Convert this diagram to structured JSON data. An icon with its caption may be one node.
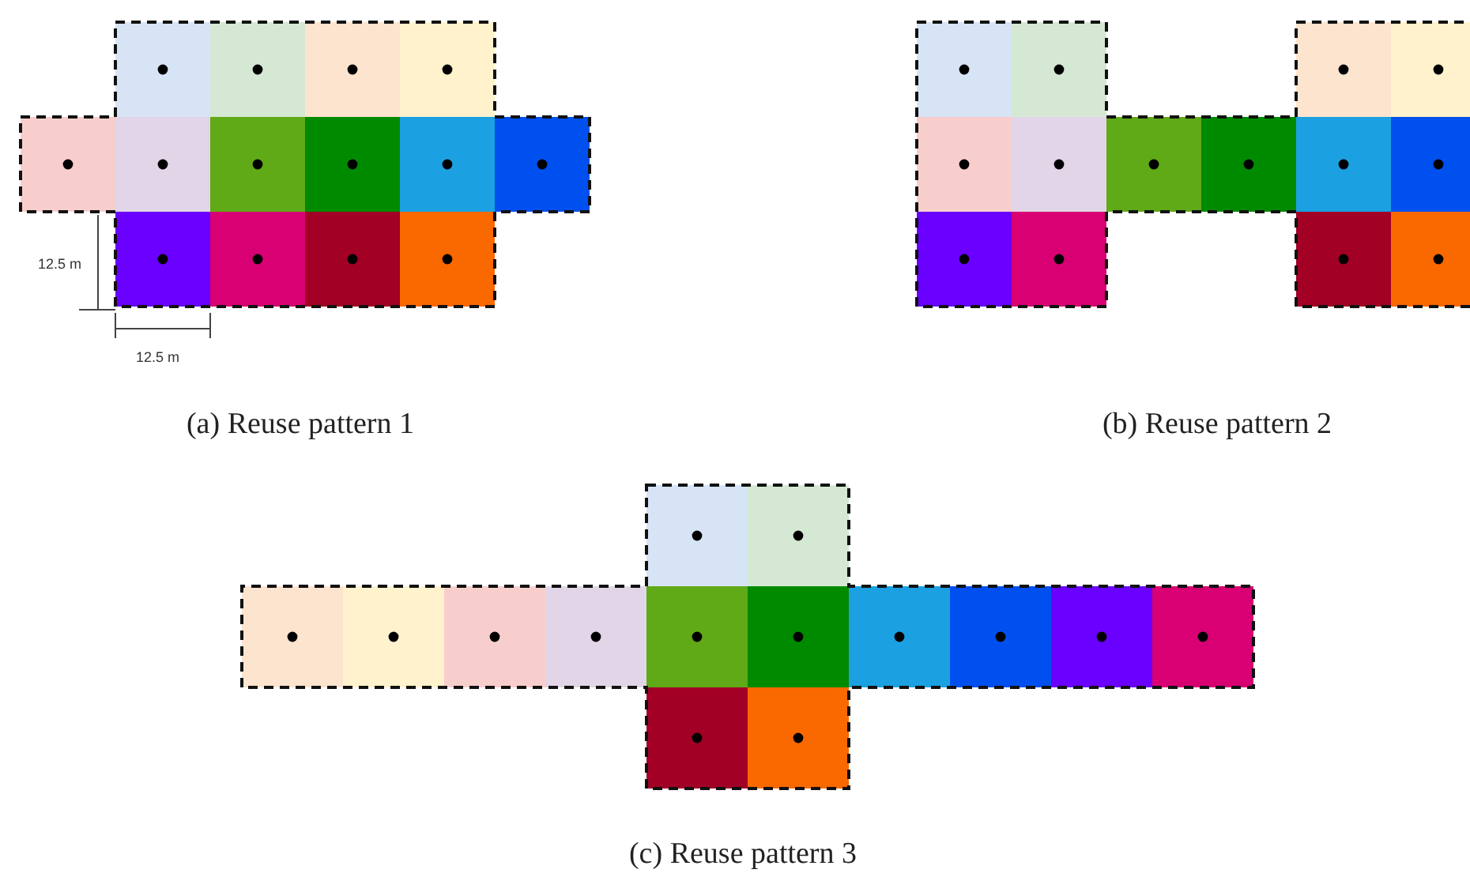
{
  "diagram": {
    "labels": [
      "12.5 m",
      "12.5 m",
      "(a) Reuse pattern 1",
      "(b) Reuse pattern 2",
      "(c) Reuse pattern 3"
    ]
  }
}
